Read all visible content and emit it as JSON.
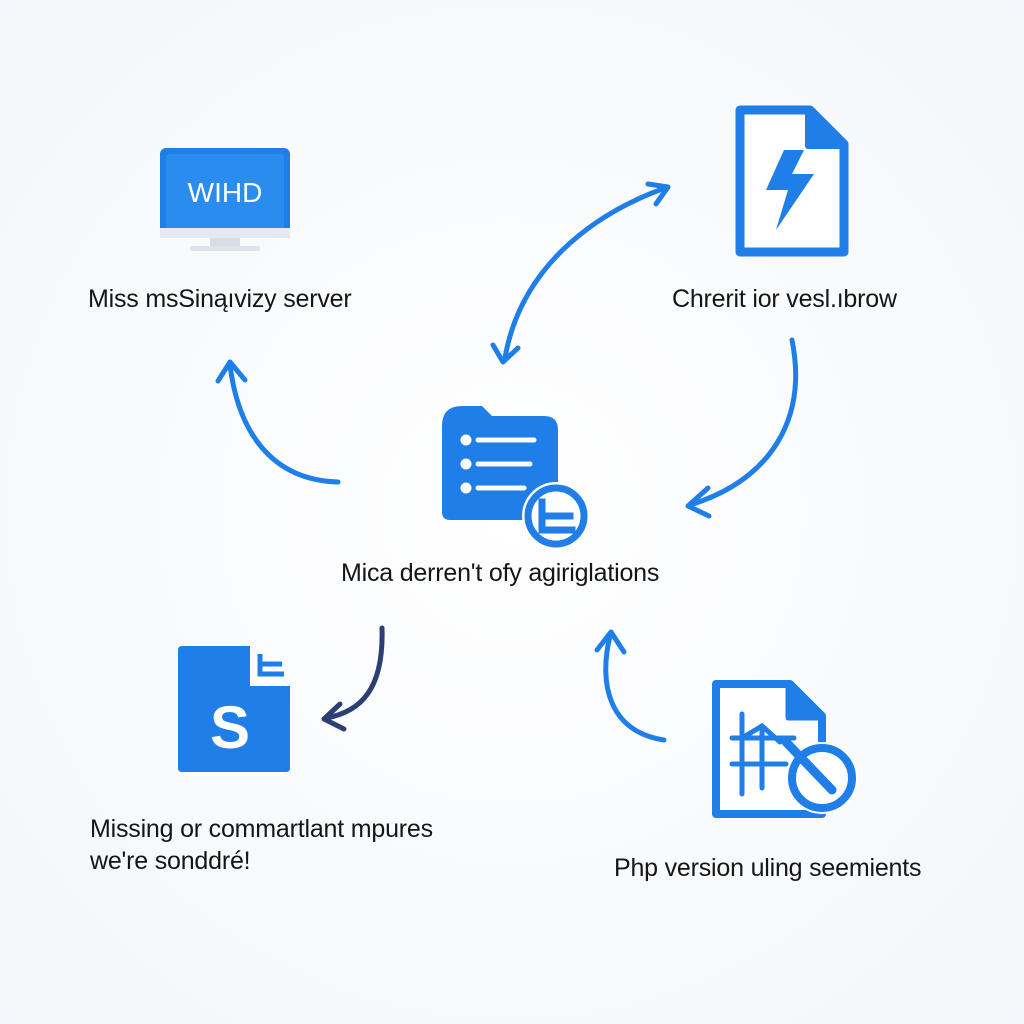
{
  "diagram": {
    "accent_color": "#1f7ee8",
    "dark_arrow_color": "#2b3f75",
    "nodes": [
      {
        "id": "monitor",
        "icon": "monitor-icon",
        "icon_text": "WIHD",
        "label_lines": [
          "Miss msSinąıvizy server"
        ]
      },
      {
        "id": "lightning-doc",
        "icon": "lightning-document-icon",
        "label_lines": [
          "Chrerit ior vesl.ıbrow"
        ]
      },
      {
        "id": "center-folder",
        "icon": "folder-list-icon",
        "label_lines": [
          "Mica derren't ofy agiriglations"
        ]
      },
      {
        "id": "s-doc",
        "icon": "s-document-icon",
        "icon_text": "S",
        "label_lines": [
          "Missing or commartlant mpures",
          "we're sonddré!"
        ]
      },
      {
        "id": "chart-doc",
        "icon": "chart-document-icon",
        "label_lines": [
          "Php version uling seemients"
        ]
      }
    ]
  }
}
